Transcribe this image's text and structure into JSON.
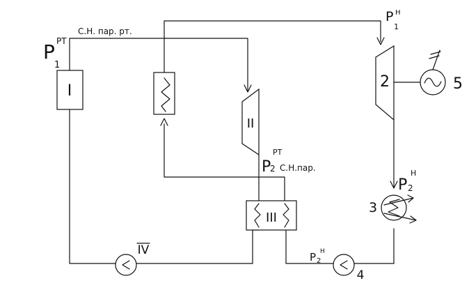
{
  "labels": {
    "unit_I": "I",
    "unit_II": "II",
    "unit_III": "III",
    "unit_IV": "IV",
    "unit_2": "2",
    "unit_3": "3",
    "unit_4": "4",
    "unit_5": "5",
    "working_fluid_line": "С.Н. пар. рт.",
    "condensing_vapor": "С.Н.пар.",
    "p1_rt_base": "P",
    "p1_rt_sub": "1",
    "p1_rt_sup": "РТ",
    "p2_rt_base": "P",
    "p2_rt_sub": "2",
    "p2_rt_sup": "РТ",
    "p1_h_base": "P",
    "p1_h_sub": "1",
    "p1_h_sup": "Н",
    "p2_h_cond_base": "P",
    "p2_h_cond_sub": "2",
    "p2_h_cond_sup": "Н",
    "p2_h_pump_base": "P",
    "p2_h_pump_sub": "2",
    "p2_h_pump_sup": "Н"
  },
  "colors": {
    "stroke": "#111111",
    "background": "#ffffff"
  }
}
